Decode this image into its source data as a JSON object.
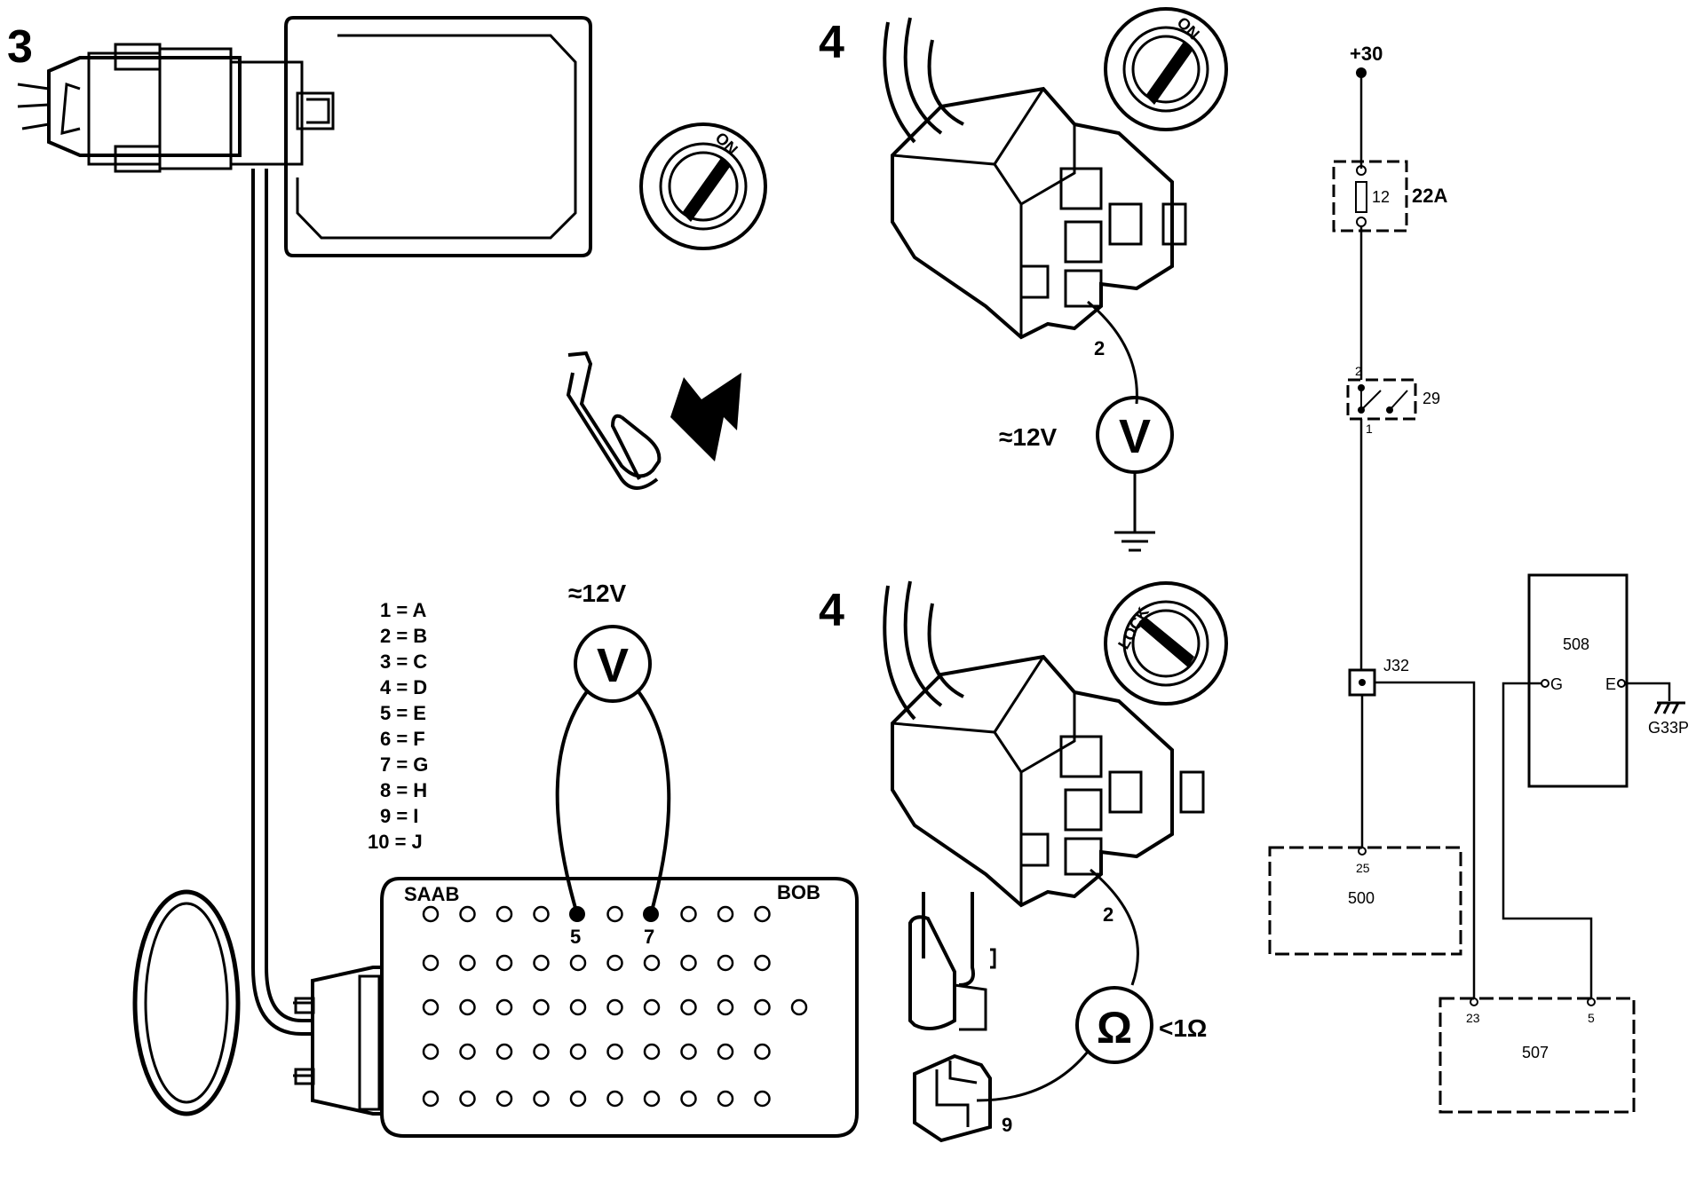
{
  "step_numbers": {
    "s3": "3",
    "s4_top": "4",
    "s4_bottom": "4"
  },
  "ignition": {
    "on": "ON",
    "lock": "LOCK"
  },
  "meters": {
    "volt_symbol": "V",
    "ohm_symbol": "Ω",
    "reading_12v": "≈12V",
    "reading_ohm": "<1Ω"
  },
  "pin_map": [
    "1 = A",
    "2 = B",
    "3 = C",
    "4 = D",
    "5 = E",
    "6 = F",
    "7 = G",
    "8 = H",
    "9 = I",
    "10 = J"
  ],
  "breakout_box": {
    "brand_left": "SAAB",
    "brand_right": "BOB",
    "probe_pin_a": "5",
    "probe_pin_b": "7"
  },
  "connector_pins": {
    "top_pin": "2",
    "bottom_pin": "2",
    "bottom_plug_pin": "9"
  },
  "schematic": {
    "supply": "+30",
    "fuse_number": "12",
    "fuse_box": "22A",
    "switch": "29",
    "switch_pin_top": "2",
    "switch_pin_bottom": "1",
    "junction": "J32",
    "module_500": "500",
    "module_500_pin": "25",
    "module_507": "507",
    "module_507_pin_a": "23",
    "module_507_pin_b": "5",
    "module_508": "508",
    "module_508_pin_g": "G",
    "module_508_pin_e": "E",
    "ground": "G33P"
  }
}
